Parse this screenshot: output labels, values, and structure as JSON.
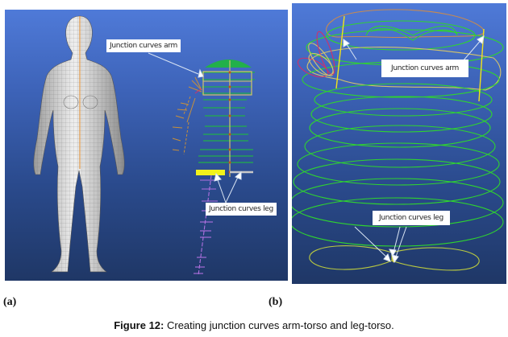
{
  "figure": {
    "number_label": "Figure 12:",
    "caption_text": " Creating junction curves arm-torso and leg-torso."
  },
  "panels": [
    {
      "label": "(a)",
      "description": "3D body mesh and skeleton cross-sections",
      "callouts": [
        "Junction curves arm",
        "Junction curves leg"
      ]
    },
    {
      "label": "(b)",
      "description": "Torso cross-section contour curves",
      "callouts": [
        "Junction curves arm",
        "Junction curves leg"
      ]
    }
  ],
  "colors": {
    "background_top": "#4f7ad8",
    "background_bottom": "#1f3766",
    "contour_green": "#2fd42f",
    "junction_yellow": "#f2e21a",
    "arm_curve_red": "#d0306a",
    "leg_section_purple": "#b070e0",
    "axis_orange": "#e08a2a"
  }
}
